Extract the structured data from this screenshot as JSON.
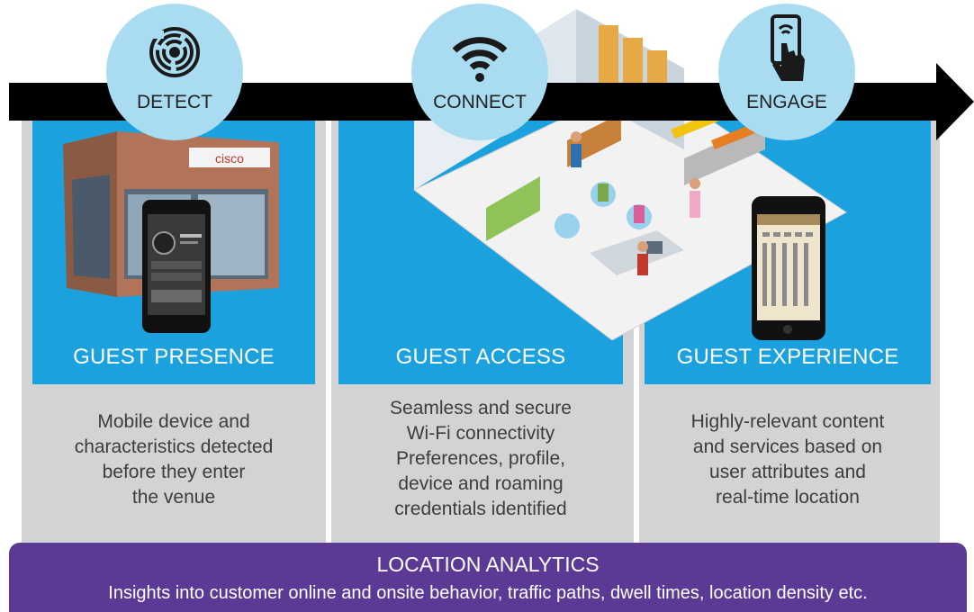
{
  "stages": [
    {
      "circle_label": "DETECT",
      "icon": "radar-signal-icon",
      "title": "GUEST PRESENCE",
      "description_lines": [
        "Mobile device and",
        "characteristics detected",
        "before they enter",
        "the venue"
      ],
      "storefront_sign": "cisco"
    },
    {
      "circle_label": "CONNECT",
      "icon": "wifi-icon",
      "title": "GUEST ACCESS",
      "description_lines": [
        "Seamless and secure",
        "Wi-Fi connectivity",
        "Preferences, profile,",
        "device and roaming",
        "credentials identified"
      ]
    },
    {
      "circle_label": "ENGAGE",
      "icon": "hand-touch-phone-icon",
      "title": "GUEST EXPERIENCE",
      "description_lines": [
        "Highly-relevant content",
        "and services based on",
        "user attributes and",
        "real-time location"
      ]
    }
  ],
  "footer": {
    "title": "LOCATION ANALYTICS",
    "description": "Insights into customer online and onsite behavior, traffic paths, dwell times, location density etc."
  },
  "colors": {
    "blue": "#1ba2de",
    "light_blue": "#a9dcf0",
    "gray": "#d2d3d5",
    "purple": "#5b3a96",
    "arrow": "#000000"
  }
}
